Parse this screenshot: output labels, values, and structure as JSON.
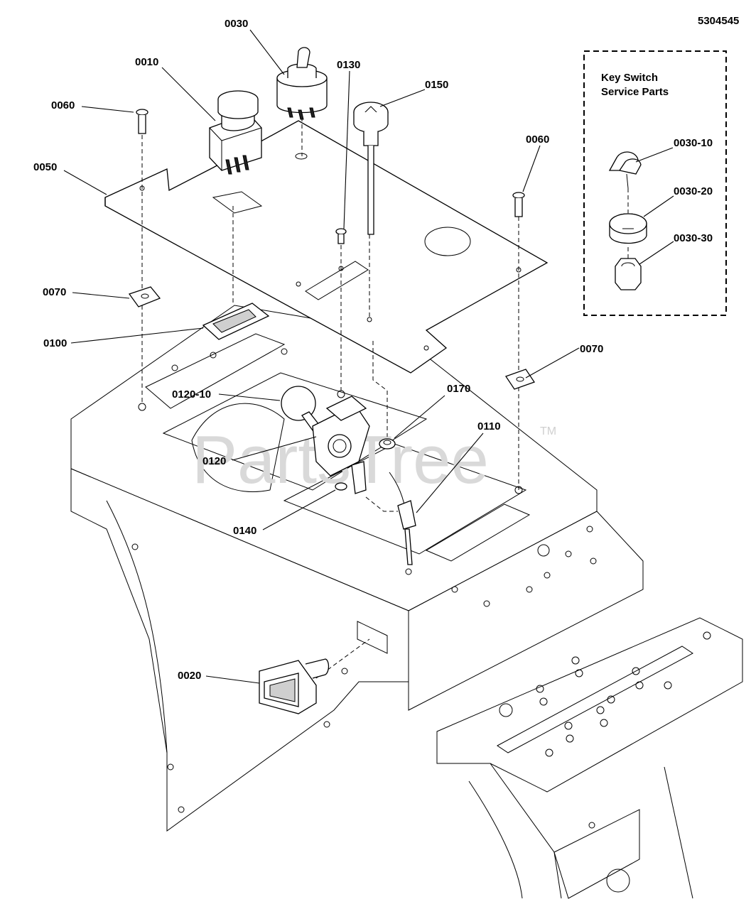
{
  "diagram_id": "5304545",
  "watermark": "PartsTree",
  "watermark_mark": "TM",
  "inset": {
    "title_line1": "Key Switch",
    "title_line2": "Service Parts"
  },
  "callouts": {
    "c0010": "0010",
    "c0020": "0020",
    "c0030": "0030",
    "c0050": "0050",
    "c0060a": "0060",
    "c0060b": "0060",
    "c0070a": "0070",
    "c0070b": "0070",
    "c0100": "0100",
    "c0110": "0110",
    "c0120": "0120",
    "c0120_10": "0120-10",
    "c0130": "0130",
    "c0140": "0140",
    "c0150": "0150",
    "c0170": "0170",
    "c0030_10": "0030-10",
    "c0030_20": "0030-20",
    "c0030_30": "0030-30"
  }
}
